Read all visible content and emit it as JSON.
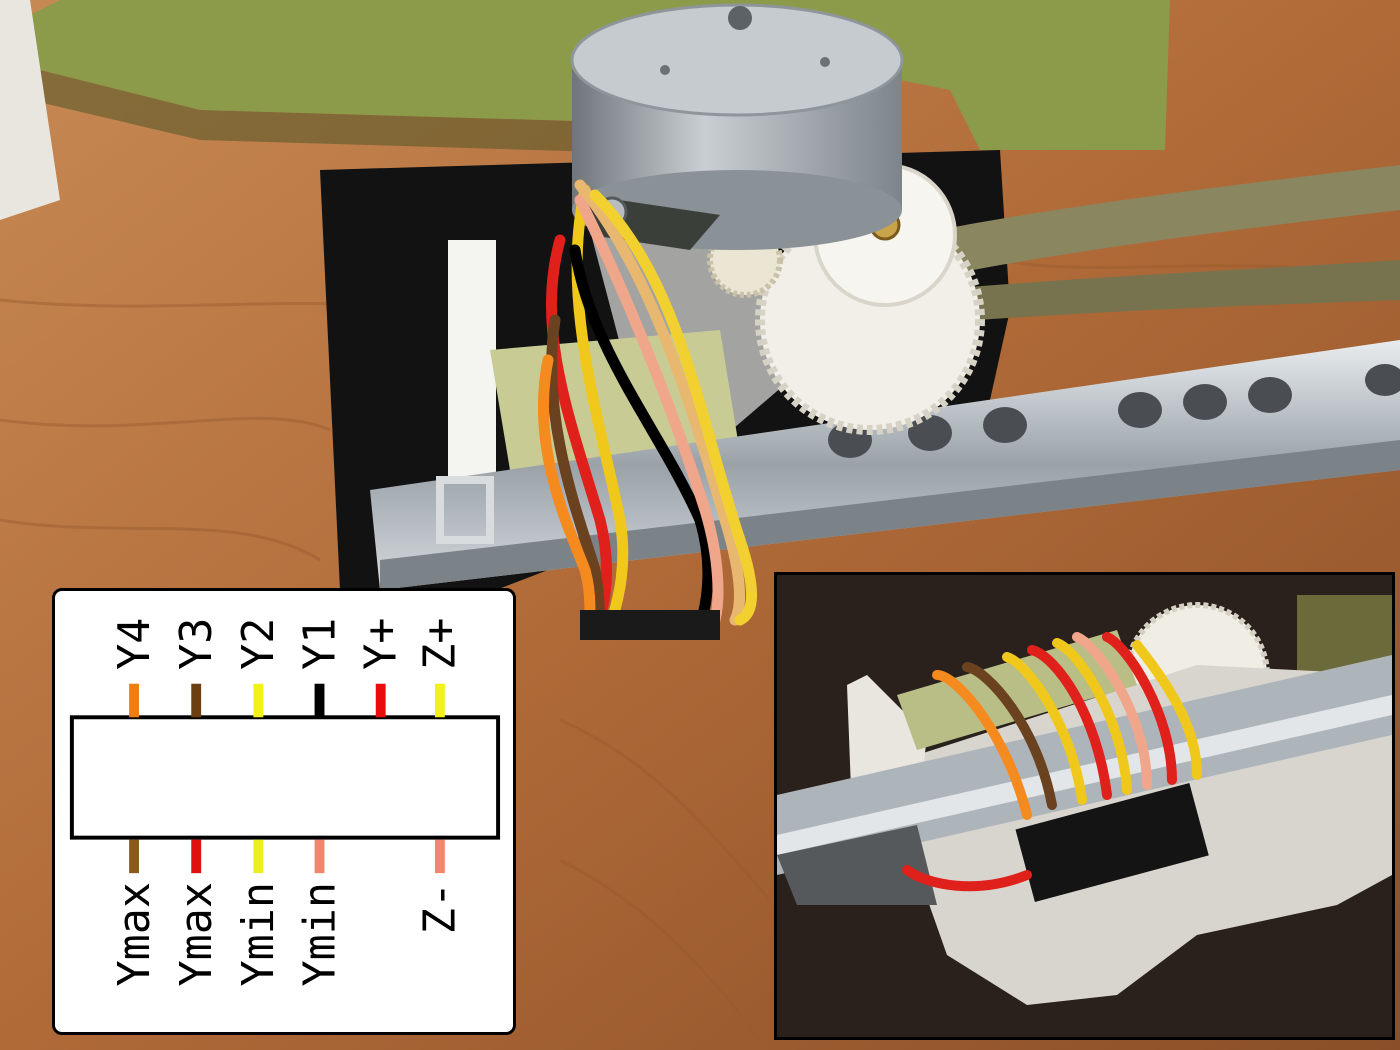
{
  "diagram": {
    "top_pins": [
      {
        "label": "Y4",
        "color": "#f07d12"
      },
      {
        "label": "Y3",
        "color": "#6b3f12"
      },
      {
        "label": "Y2",
        "color": "#f2f21a"
      },
      {
        "label": "Y1",
        "color": "#000000"
      },
      {
        "label": "Y+",
        "color": "#e80c0c"
      },
      {
        "label": "Z+",
        "color": "#f2f21a"
      }
    ],
    "bottom_pins": [
      {
        "label": "Ymax",
        "color": "#8a5a1c"
      },
      {
        "label": "Ymax",
        "color": "#e01010"
      },
      {
        "label": "Ymin",
        "color": "#eded24"
      },
      {
        "label": "Ymin",
        "color": "#f0876a"
      },
      {
        "label": "",
        "color": ""
      },
      {
        "label": "Z-",
        "color": "#f0876a"
      }
    ]
  },
  "photo": {
    "table_color": "#b8733f",
    "motor_color": "#a9b0b6",
    "gear_color": "#f2efe8",
    "rail_color": "#c9ced3",
    "belt_color": "#7d7a5a"
  },
  "wires": [
    "#f58a1e",
    "#6b4220",
    "#f0c81c",
    "#e0201a",
    "#000000",
    "#f0a68a",
    "#e8b870",
    "#f2d030"
  ]
}
